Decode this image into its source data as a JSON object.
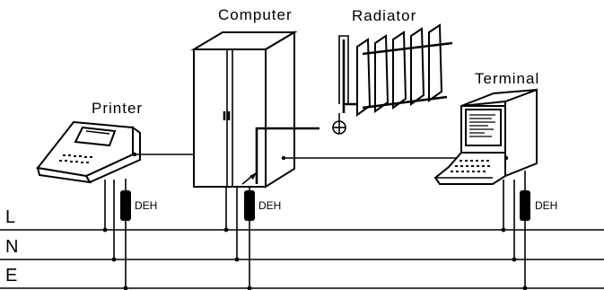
{
  "labels": {
    "computer": "Computer",
    "radiator": "Radiator",
    "printer": "Printer",
    "terminal": "Terminal"
  },
  "devices": {
    "deh_printer": "DEH",
    "deh_computer": "DEH",
    "deh_terminal": "DEH"
  },
  "rails": {
    "l": "L",
    "n": "N",
    "e": "E"
  }
}
